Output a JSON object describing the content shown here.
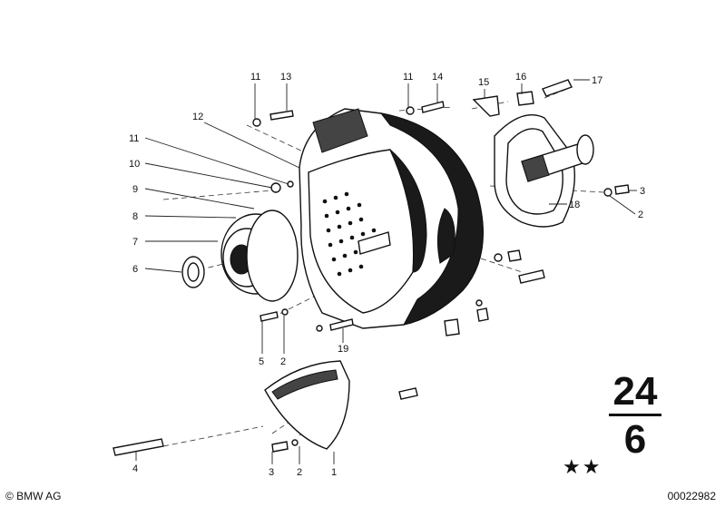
{
  "callouts": {
    "c11a": "11",
    "c13": "13",
    "c11b": "11",
    "c14": "14",
    "c15": "15",
    "c16": "16",
    "c17": "17",
    "c12": "12",
    "c11c": "11",
    "c10": "10",
    "c9": "9",
    "c8": "8",
    "c7": "7",
    "c6": "6",
    "c3a": "3",
    "c2a": "2",
    "c18": "18",
    "c5": "5",
    "c2b": "2",
    "c19": "19",
    "c4": "4",
    "c3b": "3",
    "c2c": "2",
    "c1": "1"
  },
  "group": {
    "main": "24",
    "sub": "6"
  },
  "footer": {
    "copyright": "© BMW AG",
    "diagram_id": "00022982",
    "stars": "★★"
  }
}
